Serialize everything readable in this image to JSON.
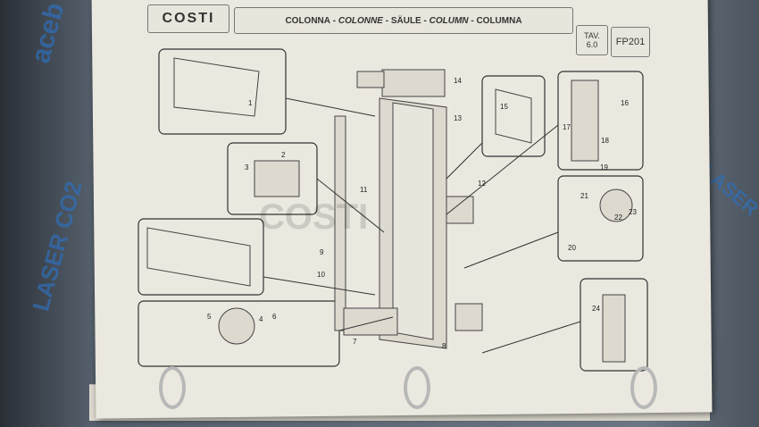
{
  "background": {
    "text_lines": [
      "aceb",
      "LASER CO2",
      "LASER"
    ]
  },
  "header": {
    "logo": "COSTI",
    "title_parts": [
      "COLONNA",
      "COLONNE",
      "SÄULE",
      "COLUMN",
      "COLUMNA"
    ],
    "separator": "-",
    "tav_label": "TAV.",
    "tav_value": "6.0",
    "code": "FP201"
  },
  "callouts": [
    "1",
    "2",
    "3",
    "4",
    "5",
    "6",
    "7",
    "8",
    "9",
    "10",
    "11",
    "12",
    "13",
    "14",
    "15",
    "16",
    "17",
    "18",
    "19",
    "20",
    "21",
    "22",
    "23",
    "24"
  ],
  "watermark": "COSTI"
}
